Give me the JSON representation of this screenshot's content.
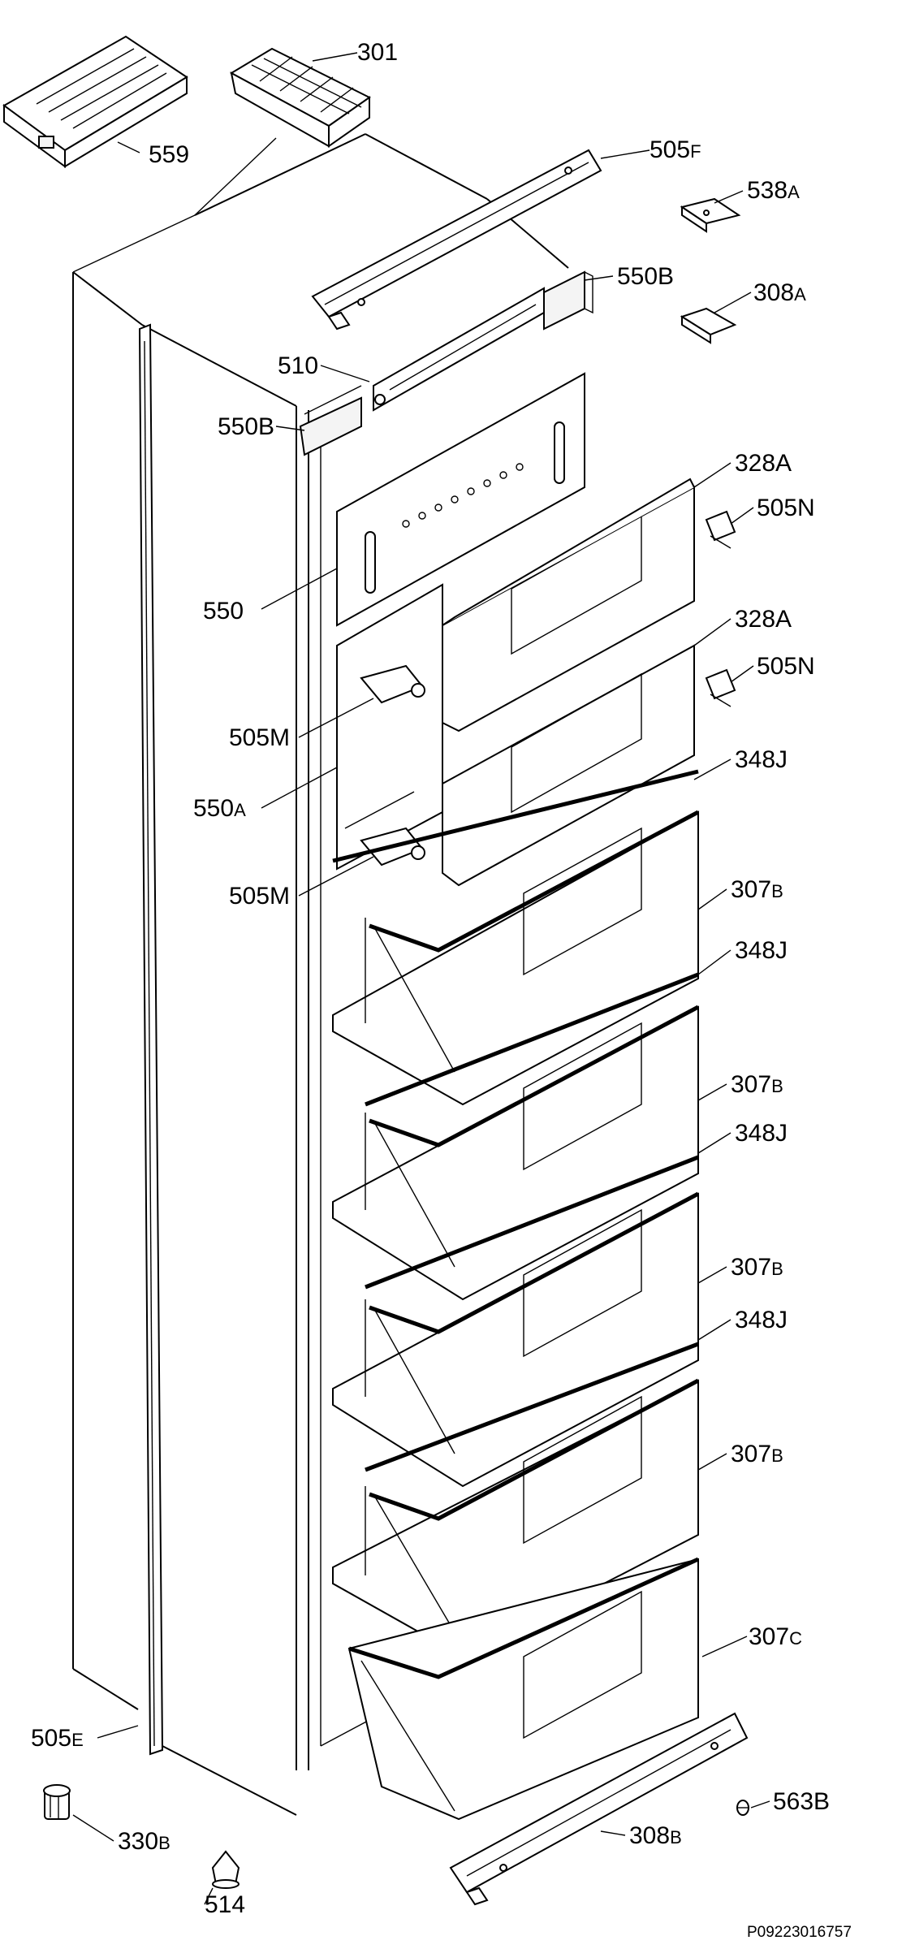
{
  "diagram_code": "P09223016757",
  "labels": [
    {
      "id": "301",
      "main": "301",
      "sub": ""
    },
    {
      "id": "559",
      "main": "559",
      "sub": ""
    },
    {
      "id": "505f",
      "main": "505",
      "sub": "F"
    },
    {
      "id": "538a",
      "main": "538",
      "sub": "A"
    },
    {
      "id": "550b-right",
      "main": "550B",
      "sub": ""
    },
    {
      "id": "308a",
      "main": "308",
      "sub": "A"
    },
    {
      "id": "510",
      "main": "510",
      "sub": ""
    },
    {
      "id": "550b-left",
      "main": "550B",
      "sub": ""
    },
    {
      "id": "328a-1",
      "main": "328A",
      "sub": ""
    },
    {
      "id": "505n-1",
      "main": "505N",
      "sub": ""
    },
    {
      "id": "550",
      "main": "550",
      "sub": ""
    },
    {
      "id": "328a-2",
      "main": "328A",
      "sub": ""
    },
    {
      "id": "505n-2",
      "main": "505N",
      "sub": ""
    },
    {
      "id": "505m-1",
      "main": "505M",
      "sub": ""
    },
    {
      "id": "550a",
      "main": "550",
      "sub": "A"
    },
    {
      "id": "348j-1",
      "main": "348J",
      "sub": ""
    },
    {
      "id": "505m-2",
      "main": "505M",
      "sub": ""
    },
    {
      "id": "307b-1",
      "main": "307",
      "sub": "B"
    },
    {
      "id": "348j-2",
      "main": "348J",
      "sub": ""
    },
    {
      "id": "307b-2",
      "main": "307",
      "sub": "B"
    },
    {
      "id": "348j-3",
      "main": "348J",
      "sub": ""
    },
    {
      "id": "307b-3",
      "main": "307",
      "sub": "B"
    },
    {
      "id": "348j-4",
      "main": "348J",
      "sub": ""
    },
    {
      "id": "307b-4",
      "main": "307",
      "sub": "B"
    },
    {
      "id": "307c",
      "main": "307",
      "sub": "C"
    },
    {
      "id": "505e",
      "main": "505",
      "sub": "E"
    },
    {
      "id": "563b",
      "main": "563B",
      "sub": ""
    },
    {
      "id": "330b",
      "main": "330",
      "sub": "B"
    },
    {
      "id": "308b",
      "main": "308",
      "sub": "B"
    },
    {
      "id": "514",
      "main": "514",
      "sub": ""
    }
  ]
}
